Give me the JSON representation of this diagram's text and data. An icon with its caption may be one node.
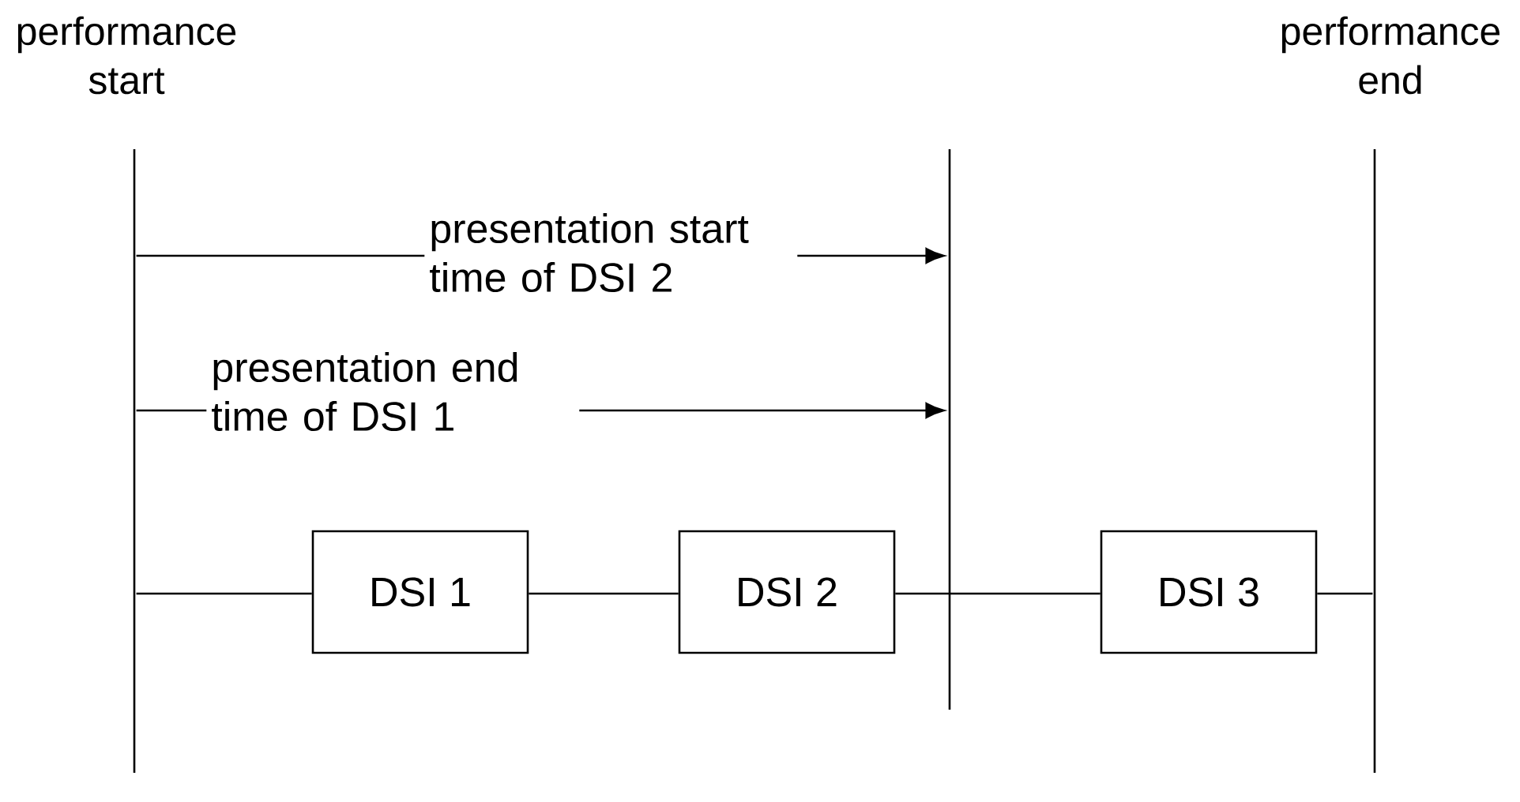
{
  "diagram": {
    "nodes": [
      {
        "text": [
          "performance start"
        ]
      },
      {
        "text": [
          "performance end"
        ]
      },
      {
        "text": [],
        "shape": "bar"
      },
      {
        "text": [],
        "shape": "bar"
      },
      {
        "text": [],
        "shape": "bar"
      },
      {
        "text": [
          "DSI 1"
        ]
      },
      {
        "text": [
          "DSI 2"
        ]
      },
      {
        "text": [
          "DSI 3"
        ]
      }
    ],
    "edges": [
      {
        "from": 2,
        "to": 3,
        "arrow": "to",
        "label": "presentation start time of DSI 2"
      },
      {
        "from": 2,
        "to": 3,
        "arrow": "to",
        "label": "presentation end time of DSI 1"
      },
      {
        "from": 2,
        "to": 5,
        "arrow": "none"
      },
      {
        "from": 5,
        "to": 6,
        "arrow": "none"
      },
      {
        "from": 6,
        "to": 7,
        "arrow": "none"
      },
      {
        "from": 7,
        "to": 4,
        "arrow": "none"
      }
    ]
  }
}
